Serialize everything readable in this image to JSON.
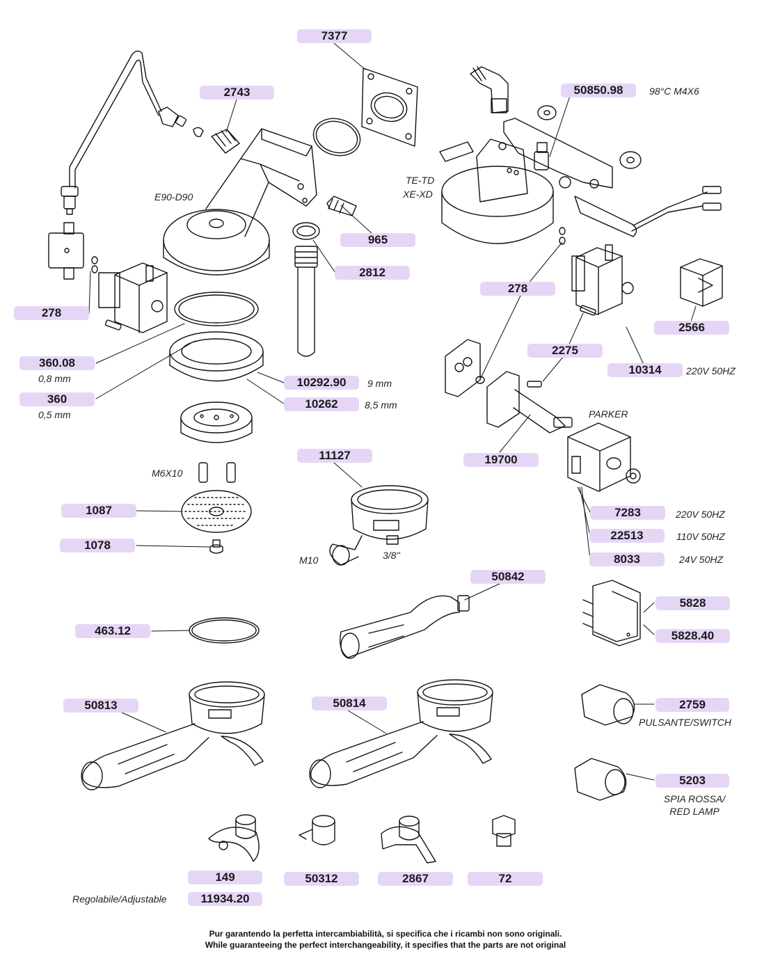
{
  "parts": {
    "p7377": "7377",
    "p2743": "2743",
    "p965": "965",
    "p2812": "2812",
    "p278_left": "278",
    "p360_08": "360.08",
    "p360": "360",
    "p10292_90": "10292.90",
    "p10262": "10262",
    "p11127": "11127",
    "p1087": "1087",
    "p1078": "1078",
    "p463_12": "463.12",
    "p50842": "50842",
    "p50813": "50813",
    "p50814": "50814",
    "p149": "149",
    "p11934_20": "11934.20",
    "p50312": "50312",
    "p2867": "2867",
    "p72": "72",
    "p50850_98": "50850.98",
    "p278_right": "278",
    "p2566": "2566",
    "p2275": "2275",
    "p10314": "10314",
    "p19700": "19700",
    "p7283": "7283",
    "p22513": "22513",
    "p8033": "8033",
    "p5828": "5828",
    "p5828_40": "5828.40",
    "p2759": "2759",
    "p5203": "5203"
  },
  "notes": {
    "e90_d90": "E90-D90",
    "thickness_08": "0,8 mm",
    "thickness_05": "0,5 mm",
    "size_9mm": "9 mm",
    "size_85mm": "8,5 mm",
    "m6x10": "M6X10",
    "m10": "M10",
    "thread_38": "3/8''",
    "temp_98": "98°C M4X6",
    "te_td": "TE-TD",
    "xe_xd": "XE-XD",
    "parker": "PARKER",
    "v220_a": "220V 50HZ",
    "v220_b": "220V 50HZ",
    "v110": "110V 50HZ",
    "v24": "24V 50HZ",
    "pulsante": "PULSANTE/SWITCH",
    "spia_1": "SPIA ROSSA/",
    "spia_2": "RED LAMP",
    "regolabile": "Regolabile/Adjustable"
  },
  "footer": {
    "line1": "Pur garantendo la perfetta intercambiabilità, si specifica che i ricambi non sono originali.",
    "line2": "While guaranteeing the perfect interchangeability, it specifies that the parts are not original"
  },
  "colors": {
    "label_bg": "#e6d6f6",
    "line": "#111111"
  }
}
